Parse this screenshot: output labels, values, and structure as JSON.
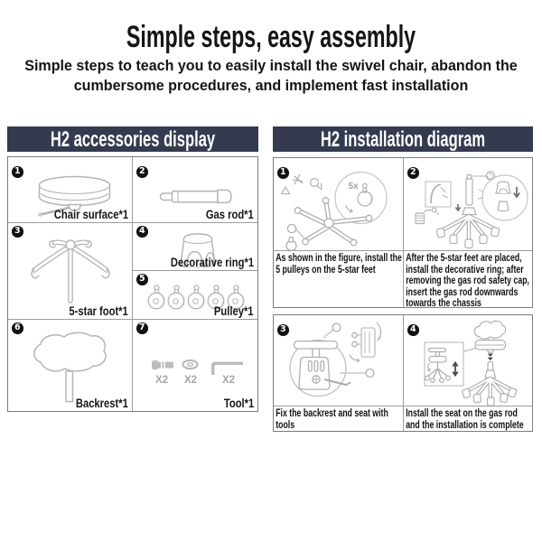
{
  "page": {
    "title": "Simple steps, easy assembly",
    "subtitle": "Simple steps to teach you to easily install the swivel chair, abandon the\ncumbersome procedures, and implement fast installation"
  },
  "colors": {
    "header_bar_bg": "#353b4e",
    "header_bar_text": "#ffffff",
    "table_border": "#7c7c7c",
    "grid_line": "#9c9c9c",
    "line_art": "#b5b5b5",
    "badge_bg": "#121212",
    "muted_text": "#a6a6a6"
  },
  "accessories": {
    "header": "H2 accessories display",
    "items": [
      {
        "num": "1",
        "label": "Chair surface*1",
        "icon": "chair-surface-drawing"
      },
      {
        "num": "2",
        "label": "Gas rod*1",
        "icon": "gas-rod-drawing"
      },
      {
        "num": "3",
        "label": "5-star foot*1",
        "icon": "five-star-foot-drawing"
      },
      {
        "num": "4",
        "label": "Decorative ring*1",
        "icon": "decorative-ring-drawing"
      },
      {
        "num": "5",
        "label": "Pulley*1",
        "icon": "pulley-drawing"
      },
      {
        "num": "6",
        "label": "Backrest*1",
        "icon": "backrest-drawing"
      },
      {
        "num": "7",
        "label": "Tool*1",
        "icon": "tool-drawing",
        "quantity_labels": [
          "X2",
          "X2",
          "X2"
        ]
      }
    ]
  },
  "installation": {
    "header": "H2 installation diagram",
    "steps": [
      {
        "num": "1",
        "caption": "As shown in the figure, install the\n5 pulleys on the 5-star feet",
        "annotation": "5x",
        "icon": "step1-drawing"
      },
      {
        "num": "2",
        "caption": "After the 5-star feet are placed,\ninstall the decorative ring; after\nremoving the gas rod safety cap,\ninsert the gas rod downwards\ntowards the chassis",
        "icon": "step2-drawing"
      },
      {
        "num": "3",
        "caption": "Fix the backrest and seat with\ntools",
        "icon": "step3-drawing"
      },
      {
        "num": "4",
        "caption": "Install the seat on the gas rod\nand the installation is complete",
        "icon": "step4-drawing"
      }
    ]
  }
}
